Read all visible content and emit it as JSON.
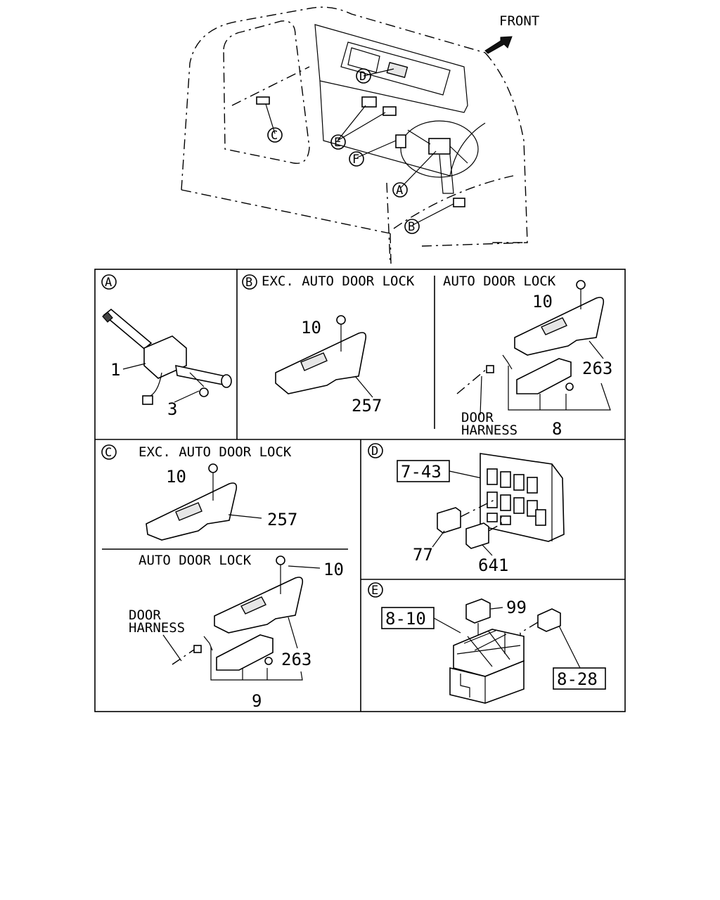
{
  "overview": {
    "front_label": "FRONT",
    "callouts": {
      "A": "A",
      "B": "B",
      "C": "C",
      "D": "D",
      "E": "E",
      "F": "F"
    }
  },
  "panel_a": {
    "marker": "A",
    "labels": {
      "switch": "1",
      "screw": "3"
    }
  },
  "panel_b": {
    "marker": "B",
    "left_title": "EXC. AUTO DOOR LOCK",
    "right_title": "AUTO DOOR LOCK",
    "left": {
      "screw": "10",
      "switch": "257"
    },
    "right": {
      "screw": "10",
      "switch": "263",
      "harness_line1": "DOOR",
      "harness_line2": "HARNESS",
      "assembly": "8"
    }
  },
  "panel_c": {
    "marker": "C",
    "top_title": "EXC. AUTO DOOR LOCK",
    "bottom_title": "AUTO DOOR LOCK",
    "top": {
      "screw": "10",
      "switch": "257"
    },
    "bottom": {
      "screw": "10",
      "switch": "263",
      "harness_line1": "DOOR",
      "harness_line2": "HARNESS",
      "assembly": "9"
    }
  },
  "panel_d": {
    "marker": "D",
    "ref_box": "7-43",
    "labels": {
      "relay_left": "77",
      "relay_right": "641"
    }
  },
  "panel_e": {
    "marker": "E",
    "ref_box_left": "8-10",
    "ref_box_right": "8-28",
    "labels": {
      "relay": "99"
    }
  }
}
